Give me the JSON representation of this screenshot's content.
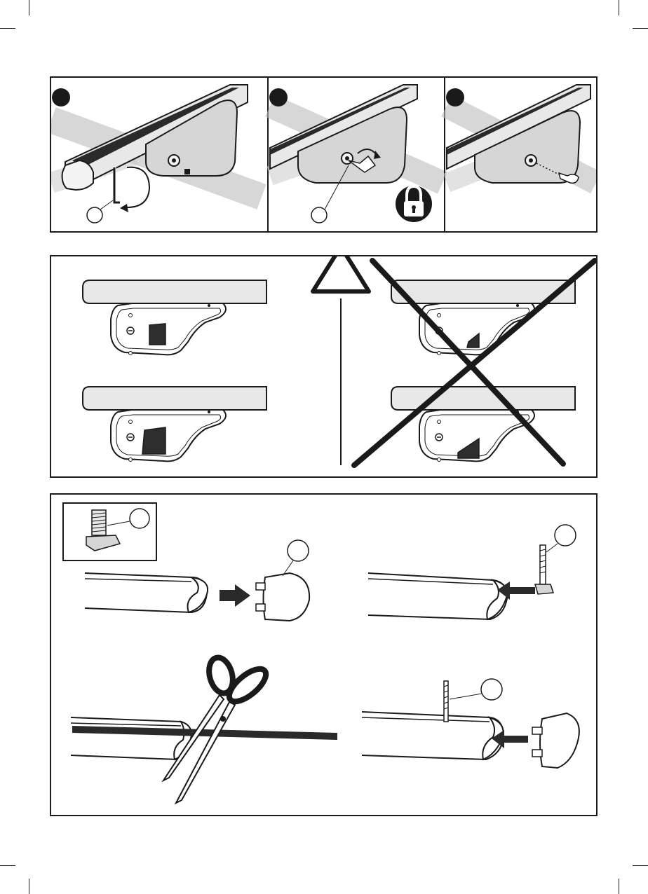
{
  "document": {
    "type": "assembly-instructions-page",
    "colors": {
      "ink": "#1a1a1a",
      "fill_light": "#e8e8e8",
      "fill_mid": "#bdbdbd",
      "fill_dark": "#3a3a3a",
      "paper": "#ffffff"
    }
  },
  "panel_top": {
    "steps": [
      {
        "marker": "filled-circle",
        "icons": [
          "hex-key-icon",
          "rotate-arrow-icon"
        ],
        "callout": "empty-circle"
      },
      {
        "marker": "filled-circle",
        "icons": [
          "key-turn-icon",
          "padlock-icon"
        ],
        "callout": "empty-circle"
      },
      {
        "marker": "filled-circle",
        "icons": [
          "key-removed-icon"
        ]
      }
    ]
  },
  "panel_middle": {
    "left": {
      "status": "correct",
      "variants": [
        "front-pad-small",
        "front-pad-large"
      ]
    },
    "divider_icon": "warning-triangle-icon",
    "right": {
      "status": "incorrect",
      "crossed_out": true,
      "variants": [
        "front-pad-small",
        "front-pad-large"
      ]
    }
  },
  "panel_bottom": {
    "inset": {
      "icons": [
        "t-bolt-icon"
      ],
      "callout": "empty-circle"
    },
    "steps": [
      {
        "icons": [
          "bar-profile-icon",
          "arrow-right-icon",
          "end-cap-icon"
        ],
        "callout": "empty-circle"
      },
      {
        "icons": [
          "bar-profile-icon",
          "arrow-left-icon",
          "t-bolt-icon"
        ],
        "callout": "empty-circle"
      },
      {
        "icons": [
          "bar-profile-icon",
          "scissors-icon",
          "rubber-strip-icon"
        ]
      },
      {
        "icons": [
          "bar-profile-icon",
          "t-bolt-icon",
          "arrow-left-icon",
          "end-cap-icon"
        ],
        "callout": "empty-circle"
      }
    ]
  }
}
